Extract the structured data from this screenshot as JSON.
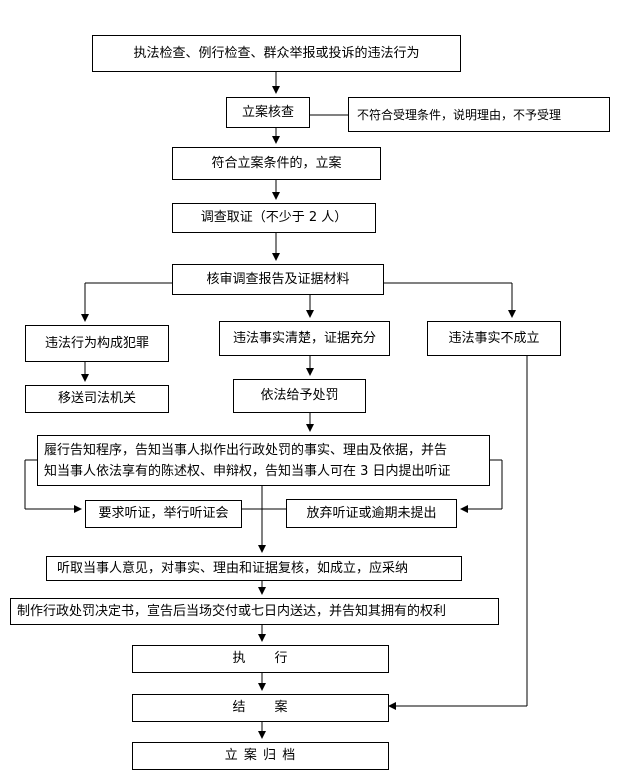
{
  "flow": {
    "b1": "执法检查、例行检查、群众举报或投诉的违法行为",
    "b2": "立案核查",
    "b2_side": "不符合受理条件，说明理由，不予受理",
    "b3": "符合立案条件的，立案",
    "b4": "调查取证（不少于 2 人）",
    "b5": "核审调查报告及证据材料",
    "b6_left": "违法行为构成犯罪",
    "b6_mid": "违法事实清楚，证据充分",
    "b6_right": "违法事实不成立",
    "b7_left": "移送司法机关",
    "b7_mid": "依法给予处罚",
    "b8_line1": "履行告知程序，告知当事人拟作出行政处罚的事实、理由及依据，并告",
    "b8_line2": "知当事人依法享有的陈述权、申辩权，告知当事人可在 3 日内提出听证",
    "b9_left": "要求听证，举行听证会",
    "b9_right": "放弃听证或逾期未提出",
    "b10": "听取当事人意见，对事实、理由和证据复核，如成立，应采纳",
    "b11": "制作行政处罚决定书，宣告后当场交付或七日内送达，并告知其拥有的权利",
    "b12": "执　　行",
    "b13": "结　　案",
    "b14": "立 案 归 档"
  }
}
